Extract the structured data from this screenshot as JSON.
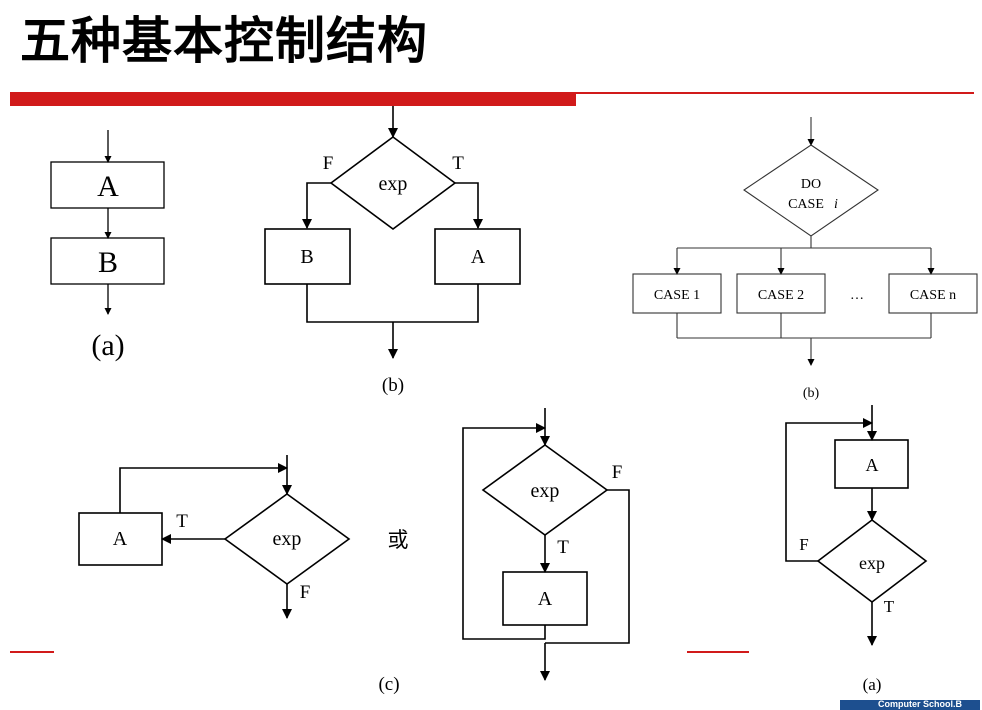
{
  "slide": {
    "title": "五种基本控制结构",
    "footer": "Computer School.B"
  },
  "seq": {
    "box_a": "A",
    "box_b": "B",
    "caption": "(a)"
  },
  "ifelse": {
    "cond": "exp",
    "false_label": "F",
    "true_label": "T",
    "left_box": "B",
    "right_box": "A",
    "caption": "(b)"
  },
  "switch": {
    "cond_line1": "DO",
    "cond_line2": "CASE",
    "cond_var": "i",
    "cases": [
      "CASE 1",
      "CASE 2",
      "…",
      "CASE n"
    ],
    "caption": "(b)"
  },
  "while1": {
    "box": "A",
    "true_label": "T",
    "cond": "exp",
    "false_label": "F",
    "caption": "(c)"
  },
  "or_text": "或",
  "while2": {
    "cond": "exp",
    "false_label": "F",
    "true_label": "T",
    "box": "A"
  },
  "dountil": {
    "box": "A",
    "false_label": "F",
    "cond": "exp",
    "true_label": "T",
    "caption": "(a)"
  }
}
